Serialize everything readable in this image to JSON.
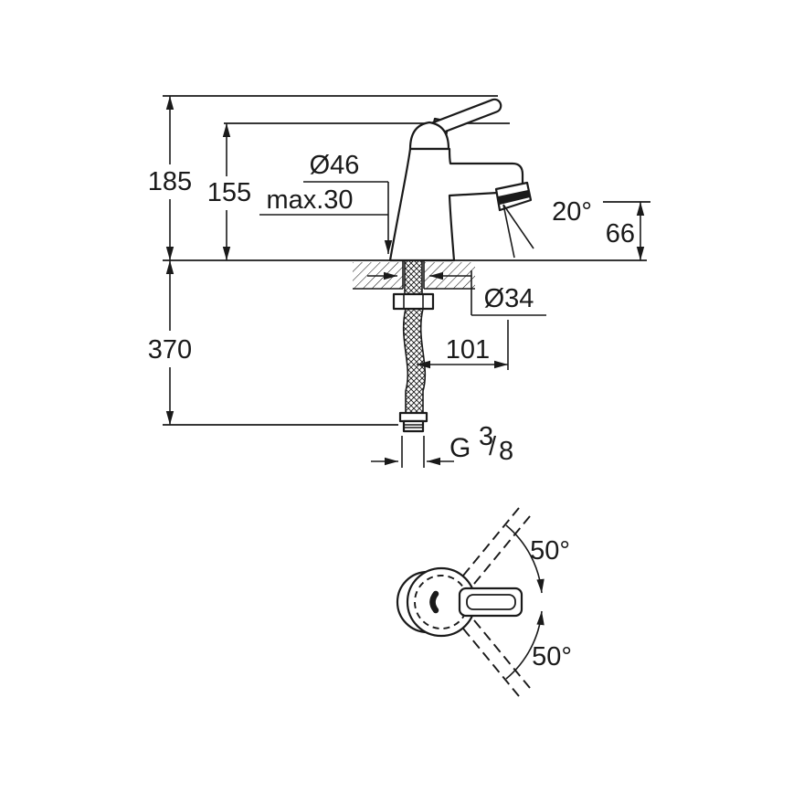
{
  "drawing": {
    "background": "#ffffff",
    "line_color": "#1a1a1a",
    "side_view": {
      "total_height": "185",
      "body_height": "155",
      "body_diameter": "Ø46",
      "max_deck_thickness": "max.30",
      "spout_angle": "20°",
      "spout_height": "66",
      "base_diameter": "Ø34",
      "supply_length": "370",
      "spout_reach": "101",
      "thread": {
        "prefix": "G",
        "numerator": "3",
        "slash": "/",
        "denominator": "8"
      }
    },
    "top_view": {
      "swivel_angle_up": "50°",
      "swivel_angle_down": "50°"
    }
  }
}
